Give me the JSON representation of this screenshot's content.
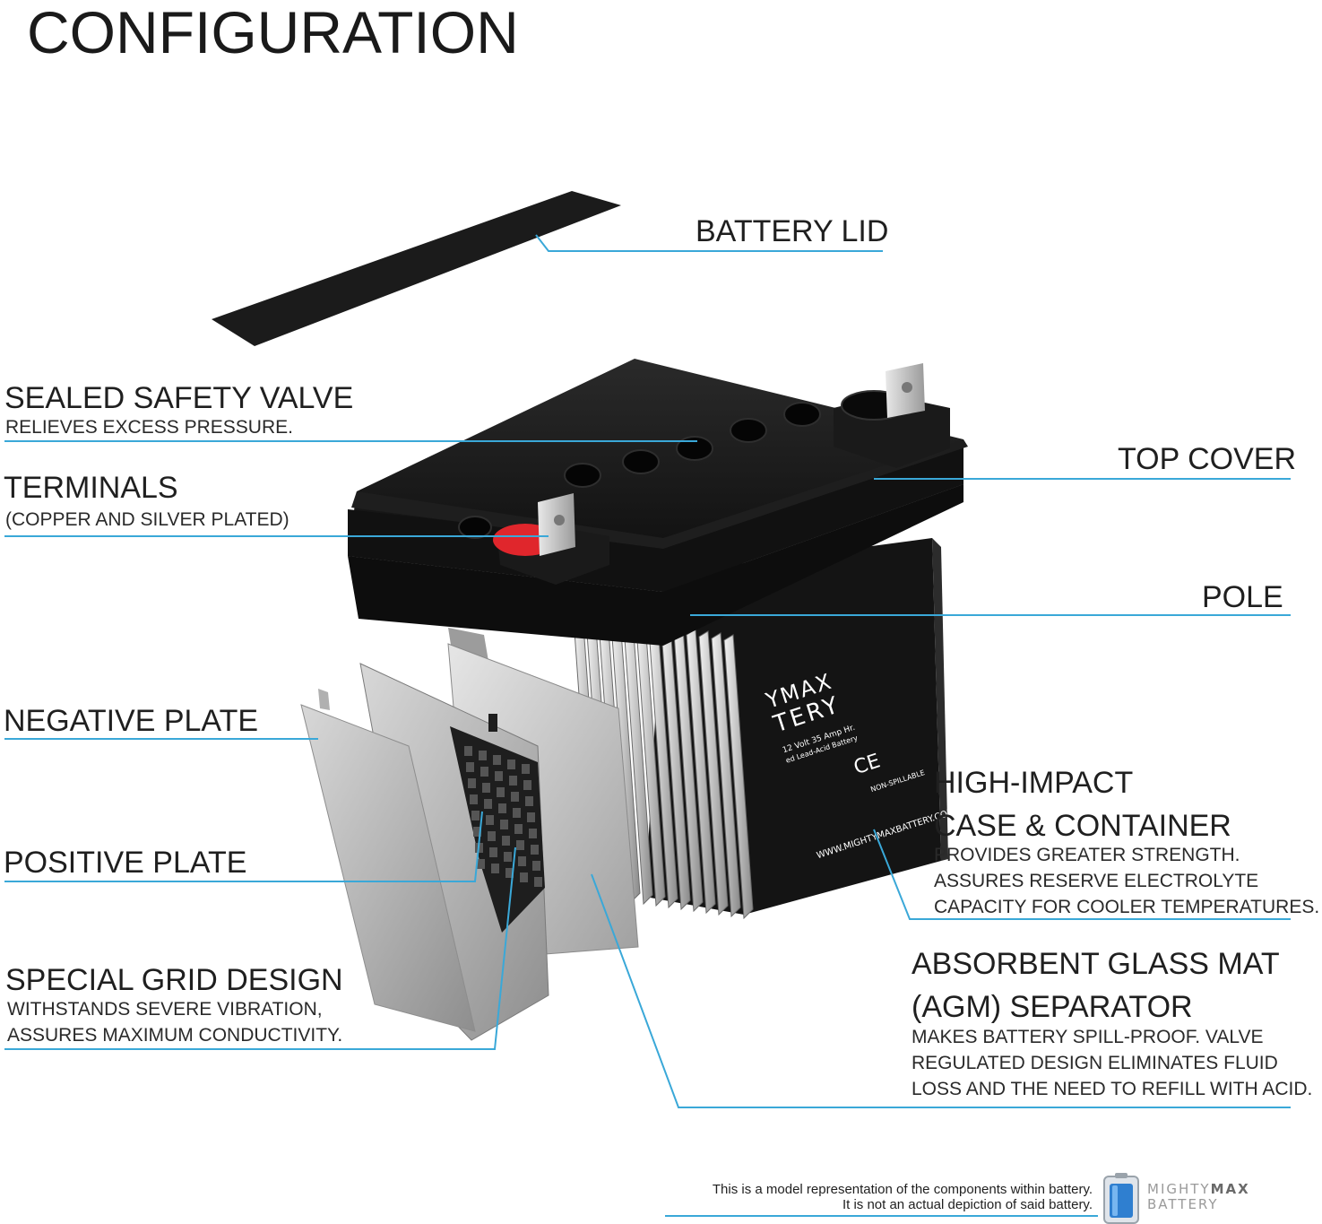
{
  "title": "CONFIGURATION",
  "labels": {
    "battery_lid": "BATTERY LID",
    "sealed_safety_valve": "SEALED SAFETY VALVE",
    "sealed_safety_valve_desc": "RELIEVES EXCESS PRESSURE.",
    "terminals": "TERMINALS",
    "terminals_desc": "(COPPER AND SILVER PLATED)",
    "top_cover": "TOP COVER",
    "pole": "POLE",
    "negative_plate": "NEGATIVE PLATE",
    "positive_plate": "POSITIVE PLATE",
    "special_grid_design": "SPECIAL GRID DESIGN",
    "special_grid_desc_1": "WITHSTANDS SEVERE VIBRATION,",
    "special_grid_desc_2": "ASSURES MAXIMUM CONDUCTIVITY.",
    "high_impact_1": "HIGH-IMPACT",
    "high_impact_2": "CASE & CONTAINER",
    "high_impact_desc_1": "PROVIDES GREATER STRENGTH.",
    "high_impact_desc_2": "ASSURES RESERVE ELECTROLYTE",
    "high_impact_desc_3": "CAPACITY FOR COOLER TEMPERATURES.",
    "agm_1": "ABSORBENT GLASS MAT",
    "agm_2": "(AGM) SEPARATOR",
    "agm_desc_1": "MAKES BATTERY SPILL-PROOF. VALVE",
    "agm_desc_2": "REGULATED DESIGN ELIMINATES FLUID",
    "agm_desc_3": "LOSS AND THE NEED TO REFILL WITH ACID."
  },
  "battery_text": {
    "brand_1": "YMAX",
    "brand_2": "TERY",
    "spec": "12 Volt 35 Amp Hr.",
    "type": "ed Lead-Acid Battery",
    "ce": "CE",
    "non_spillable": "NON-SPILLABLE",
    "website": "WWW.MIGHTYMAXBATTERY.COM"
  },
  "footer": {
    "line_1": "This is a model representation of the components within battery.",
    "line_2": "It is not an actual depiction of said battery."
  },
  "brand": {
    "line_1a": "MIGHTY",
    "line_1b": "MAX",
    "line_2": "BATTERY"
  },
  "colors": {
    "leader_line": "#3aa8d8",
    "battery_body": "#161616",
    "terminal_red": "#e0262c",
    "plate_gray": "#b9b9b9"
  }
}
